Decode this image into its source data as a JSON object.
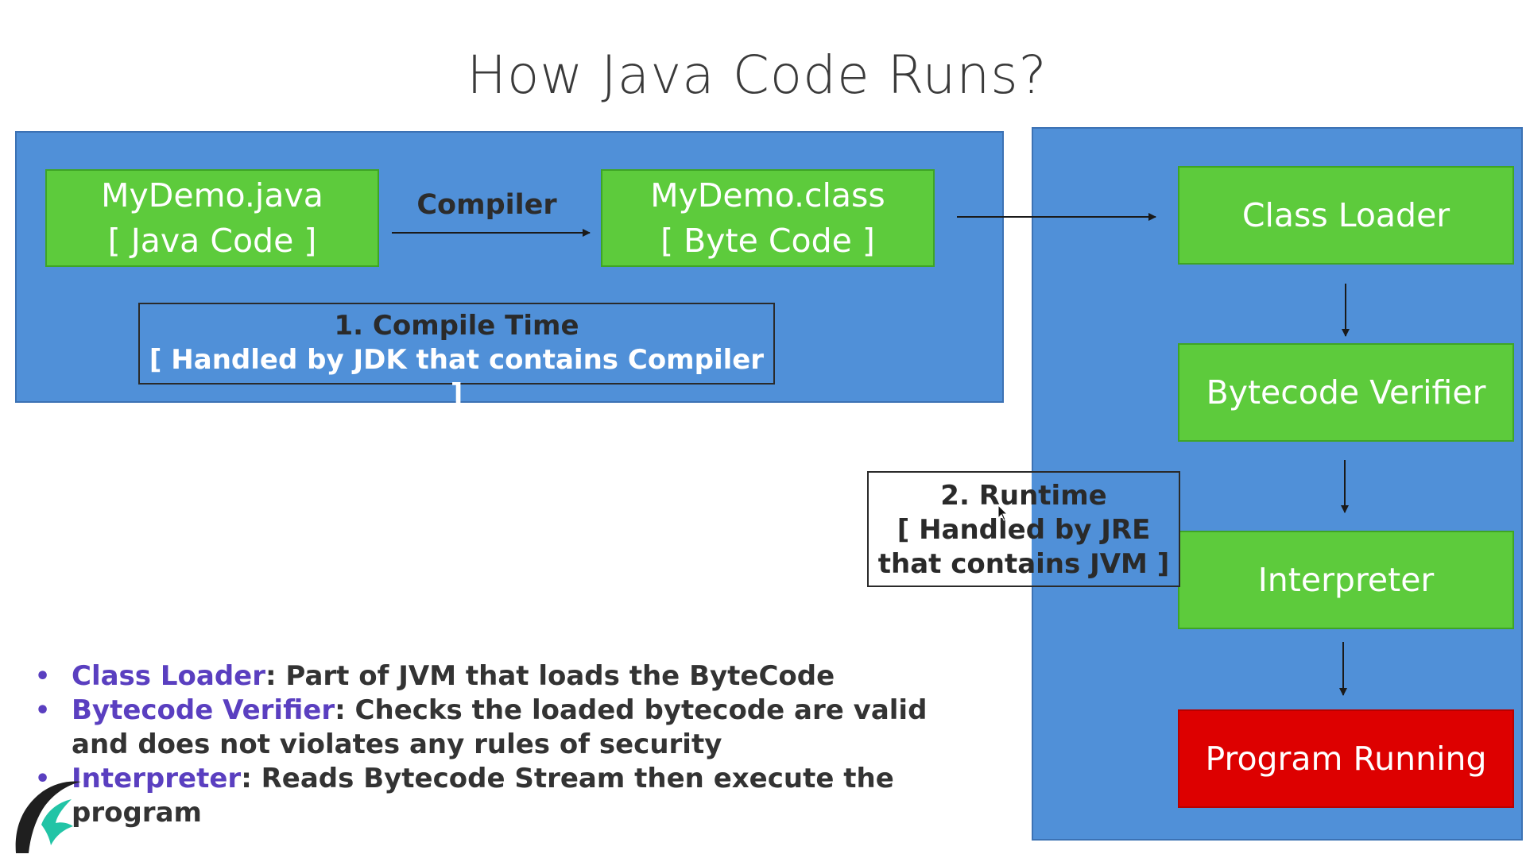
{
  "title": "How Java Code Runs?",
  "compile_stage": {
    "source_file": {
      "name": "MyDemo.java",
      "subtitle": "[ Java Code ]"
    },
    "compiler_label": "Compiler",
    "class_file": {
      "name": "MyDemo.class",
      "subtitle": "[ Byte Code ]"
    },
    "note": {
      "line1": "1.   Compile Time",
      "line2": "[ Handled by JDK that contains Compiler ]"
    }
  },
  "runtime_stage": {
    "steps": [
      "Class Loader",
      "Bytecode Verifier",
      "Interpreter"
    ],
    "final_step": "Program Running",
    "note": {
      "line1": "2. Runtime",
      "line2": "[ Handled by JRE",
      "line3": "that contains JVM ]"
    }
  },
  "bullets": [
    {
      "term": "Class Loader",
      "text": ": Part of JVM that loads the ByteCode"
    },
    {
      "term": "Bytecode Verifier",
      "text": ": Checks the loaded bytecode are valid and does not violates any rules of security"
    },
    {
      "term": "Interpreter",
      "text": ": Reads Bytecode Stream then execute the program"
    }
  ],
  "colors": {
    "panel_blue": "#5090d8",
    "box_green": "#5dcb3c",
    "box_red": "#dd0000",
    "term_purple": "#5a3fc0",
    "text_dark": "#333333"
  }
}
